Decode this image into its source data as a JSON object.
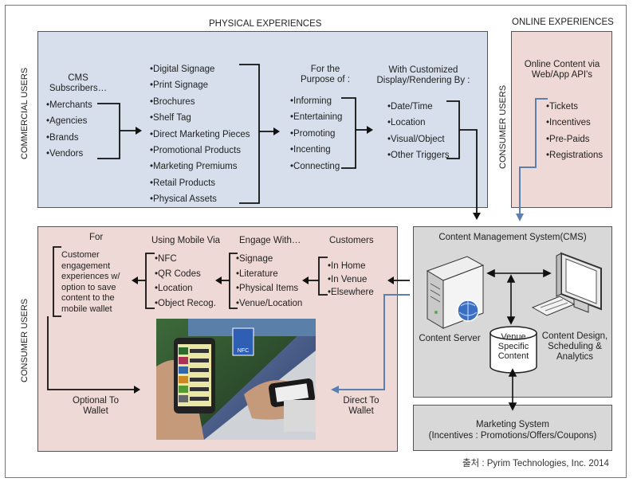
{
  "titles": {
    "physical": "PHYSICAL EXPERIENCES",
    "online": "ONLINE EXPERIENCES",
    "commercial_users": "COMMERCIAL USERS",
    "consumer_users_online": "CONSUMER USERS",
    "consumer_users_bottom": "CONSUMER USERS"
  },
  "physical": {
    "cms_header": "CMS Subscribers…",
    "cms_items": [
      "Merchants",
      "Agencies",
      "Brands",
      "Vendors"
    ],
    "media_items": [
      "Digital Signage",
      "Print Signage",
      "Brochures",
      "Shelf Tag",
      "Direct Marketing Pieces",
      "Promotional Products",
      "Marketing Premiums",
      "Retail Products",
      "Physical Assets"
    ],
    "purpose_header": "For the Purpose of :",
    "purpose_items": [
      "Informing",
      "Entertaining",
      "Promoting",
      "Incenting",
      "Connecting"
    ],
    "display_header": "With Customized Display/Rendering By :",
    "display_items": [
      "Date/Time",
      "Location",
      "Visual/Object",
      "Other Triggers"
    ]
  },
  "online": {
    "header": "Online Content via Web/App API's",
    "items": [
      "Tickets",
      "Incentives",
      "Pre-Paids",
      "Registrations"
    ]
  },
  "consumer": {
    "for_header": "For",
    "for_text": "Customer engagement experiences w/ option to save content to the mobile wallet",
    "mobile_header": "Using Mobile Via",
    "mobile_items": [
      "NFC",
      "QR Codes",
      "Location",
      "Object Recog."
    ],
    "engage_header": "Engage With…",
    "engage_items": [
      "Signage",
      "Literature",
      "Physical Items",
      "Venue/Location"
    ],
    "customers_header": "Customers",
    "customers_items": [
      "In Home",
      "In Venue",
      "Elsewhere"
    ],
    "optional_label": "Optional To Wallet",
    "direct_label": "Direct To Wallet"
  },
  "cms": {
    "title": "Content Management System(CMS)",
    "server_label": "Content Server",
    "db_label": "Venue Specific Content",
    "design_label": "Content Design, Scheduling & Analytics"
  },
  "marketing": {
    "title": "Marketing System",
    "subtitle": "(Incentives : Promotions/Offers/Coupons)"
  },
  "source": "출처 : Pyrim Technologies, Inc. 2014",
  "phone_screen": {
    "nfc_label": "NFC"
  },
  "colors": {
    "blue_panel": "#d6dfeb",
    "pink_panel": "#efd9d6",
    "gray_panel": "#d8d8d8",
    "blue_arrow": "#5b7fb0"
  }
}
